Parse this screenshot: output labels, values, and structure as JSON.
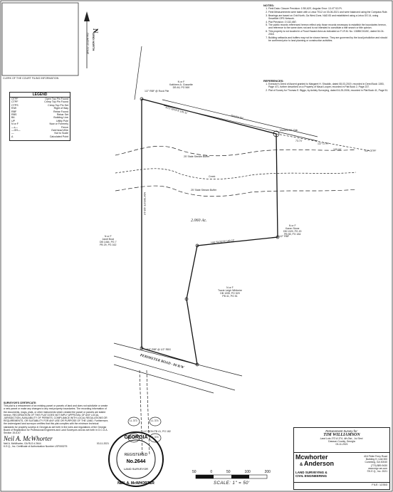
{
  "notes": {
    "title": "NOTES:",
    "items": [
      "Field Data: Closure Precision: 1'/50,620', Angular Error: 13.47\"/13 Pt.",
      "Field Measurements were taken with a Leica TS12 on 03-06-2021 and were balanced using the Compass Rule.",
      "Bearings are based on Grid North, Ga West Zone, NAD 83 and established using a Leica GS 14, using SmartNet GPS Network.",
      "Plat Precision: 1'/132,450'.",
      "The public records referenced hereon reflect only those records necessary to establish the boundaries hereon, and reference to the same does not and is not intended to constitute a title search or title opinion.",
      "This property is not located in a Flood Hazard Area as indicated on F.I.R.M. No. 13085C0115C, dated 04-04-2018.",
      "Building setbacks and buffers may not be shown hereon. They are governed by the local jurisdiction and should be confirmed prior to land planning or construction activities."
    ]
  },
  "references": {
    "title": "REFERENCES:",
    "items": [
      "Executor's Deed of Assent granted to Margaret H. Shaddix, dated 08-03-2019, recorded in Deed Book 1353, Page 471, further described on a Property of Maud Looper, recorded in Plat Book 2, Page 237.",
      "Plat of Survey for Thomas E. Biggs, by Ashley Surveying, dated 04-25-2006, recorded in Plat Book 41, Page 51."
    ]
  },
  "north": {
    "label": "GRID NORTH",
    "zone": "GA WEST ZONE"
  },
  "clerk_label": "CLERK OF THE COURT FILING INFORMATION",
  "legend": {
    "title": "LEGEND",
    "rows": [
      [
        "OTPF",
        "Open Top Pin Found"
      ],
      [
        "CTPF",
        "Crimp Top Pin Found"
      ],
      [
        "CTPS",
        "Crimp Top Pin Set"
      ],
      [
        "R/W",
        "Right of Way"
      ],
      [
        "RBF",
        "Rebar Found"
      ],
      [
        "RBS",
        "Rebar Set"
      ],
      [
        "B/L",
        "Building Line"
      ],
      [
        "UP",
        "Utility Pole"
      ],
      [
        "N or F",
        "Now or Formerly"
      ],
      [
        "—x—",
        "Fence"
      ],
      [
        "—OH—",
        "Overhead Wire"
      ],
      [
        "—",
        "Not to Scale"
      ],
      [
        "Δ",
        "Calculated Point"
      ]
    ]
  },
  "map": {
    "owner_nw": [
      "N or F",
      "Kathleen A. Gossette",
      "DB 46, PG 569"
    ],
    "owner_w": [
      "N or F",
      "Janet Bost",
      "DB 1464, PG 7",
      "PB 29, PG 162"
    ],
    "owner_e": [
      "N or F",
      "Karen Stone",
      "DB 1029, PG 20",
      "PB 55, PG 184"
    ],
    "owner_s": [
      "N or F",
      "Tracie Leigh Whitmire",
      "DB 1095, PG 529",
      "PB 41, PG 51"
    ],
    "area": "2.060 Ac.",
    "stream": "Creek",
    "buffer_top": "25' State Stream Buffer",
    "buffer_bottom": "25' State Stream Buffer",
    "road": "PERIMETER ROAD - 80 R/W",
    "road2": "Apache Rd.",
    "pin_nw": "1/2\" RBF @ Rock Pile",
    "pin_ne": "Marked 16\" Oak",
    "pin_e": "1/2\" CTPF",
    "pin_far_e": "1/2\" OTPF",
    "pin_se": "1/2\" RBF",
    "pin_sw": "5/8\" RBF @ 1/2\" RBS",
    "call_north": "N72°28'53\"E 199.11'",
    "call_west": "N04°58'01\"E 405.14'",
    "call_se": "N81°54'35\"W 189.23'",
    "dist_ne": "73.74'",
    "dist_e": "100.44'",
    "land_lots": [
      "LL 373",
      "LL 374",
      "LL 373",
      "LL 374"
    ],
    "pin_ll": "LLC MON PB 41, PG 182"
  },
  "certificate": {
    "title": "SURVEYOR'S CERTIFICATE:",
    "body": "This plat is a retracement of an existing parcel or parcels of land and does not subdivide or create a new parcel or make any changes to any real property boundaries. The recording information of the documents, maps, plats, or other instruments which created the parcel or parcels are stated hereon. RECORDATION OF THIS PLAT DOES NOT IMPLY APPROVAL OF ANY LOCAL JURISDICTION, AVAILABILITY OF PERMITS, COMPLIANCE WITH LOCAL REGULATIONS OR REQUIREMENTS, OR SUITABILITY FOR ANY USE OR PURPOSE OF THE LAND. Furthermore, the undersigned land surveyor certifies that this plat complies with the minimum technical standards for property surveys in Georgia as set forth in the rules and regulations of the Georgia Board of Registration for Professional Engineers and Land Surveyors and as set forth in O.C.G.A. Section 15-6-67.",
    "signer": "Neil A. McWhorter, GA RLS # 2644",
    "company": "K.E.Q., Inc. Certificate of Authorization Number LSF000275",
    "date": "03-11-2021"
  },
  "seal": {
    "top": "GEORGIA",
    "mid": "REGISTERED",
    "num": "No.2644",
    "bottom": "LAND SURVEYOR",
    "name": "NEIL A. McWHORTER"
  },
  "title_block": {
    "prepared": "Retracement Survey for:",
    "client": "TIM WILLIAMSON",
    "location": "Land Lots 373 & 374, 4th Dist., 1st Sect.",
    "county": "Dawson County, Georgia",
    "date": "03-11-2021",
    "firm1": "Mcwhorter",
    "firm2": "Anderson",
    "firm_sub1": "LAND SURVEYING &",
    "firm_sub2": "CIVIL ENGINEERING",
    "address": [
      "416 Pirkle Ferry Road",
      "Building H, Unit 300",
      "Cumming, GA 30040",
      "(770) 889-9430",
      "www.mgv-ae.com",
      "©K.E.Q., Inc. 2021"
    ],
    "file_label": "FILE:",
    "file_no": "12353"
  },
  "scale": {
    "ticks": [
      "50",
      "0",
      "50",
      "100",
      "200"
    ],
    "label": "SCALE: 1\" = 50'"
  }
}
